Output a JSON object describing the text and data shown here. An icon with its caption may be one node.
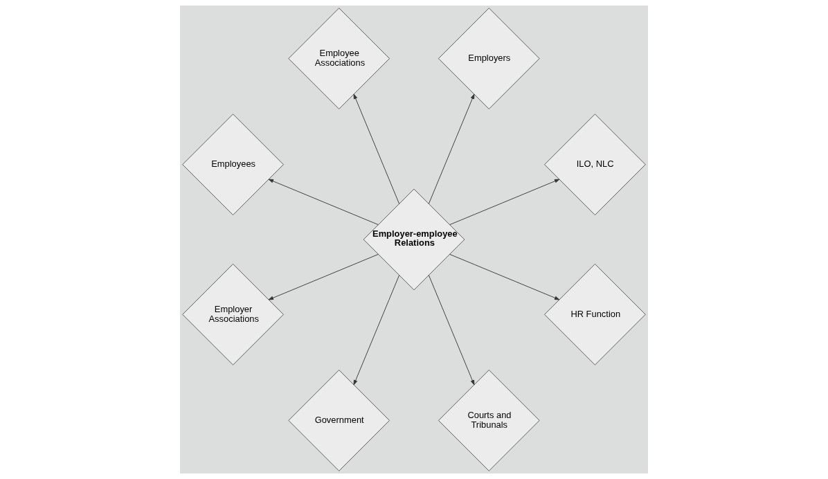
{
  "diagram": {
    "nodes": [
      {
        "text": [
          "ILO, NLC"
        ]
      },
      {
        "text": [
          "Employers"
        ]
      },
      {
        "text": [
          "Employee Associations"
        ]
      },
      {
        "text": [
          "Employees"
        ]
      },
      {
        "text": [
          "Employer-employee Relations"
        ]
      },
      {
        "text": [
          "Employer Associations"
        ]
      },
      {
        "text": [
          "Government"
        ]
      },
      {
        "text": [
          "Courts and Tribunals"
        ]
      },
      {
        "text": [
          "HR Function"
        ]
      }
    ],
    "edges": [
      {
        "from": 4,
        "to": 0,
        "arrow": "to"
      },
      {
        "from": 4,
        "to": 1,
        "arrow": "to"
      },
      {
        "from": 4,
        "to": 2,
        "arrow": "to"
      },
      {
        "from": 4,
        "to": 3,
        "arrow": "to"
      },
      {
        "from": 4,
        "to": 5,
        "arrow": "to"
      },
      {
        "from": 4,
        "to": 6,
        "arrow": "to"
      },
      {
        "from": 4,
        "to": 7,
        "arrow": "to"
      },
      {
        "from": 4,
        "to": 8,
        "arrow": "to"
      }
    ]
  }
}
